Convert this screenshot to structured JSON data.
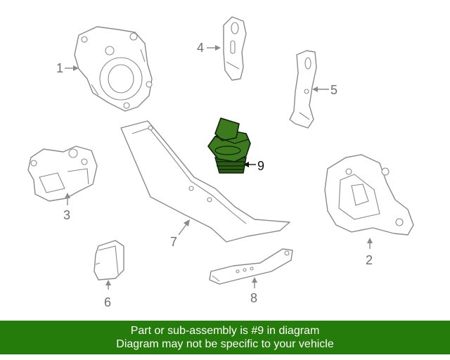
{
  "callouts": {
    "c1": "1",
    "c2": "2",
    "c3": "3",
    "c4": "4",
    "c5": "5",
    "c6": "6",
    "c7": "7",
    "c8": "8",
    "c9": "9"
  },
  "highlight_color": "#3d7a1e",
  "banner": {
    "color": "#267c0a",
    "line1": "Part or sub-assembly is #9 in diagram",
    "line2": "Diagram may not be specific to your vehicle"
  }
}
